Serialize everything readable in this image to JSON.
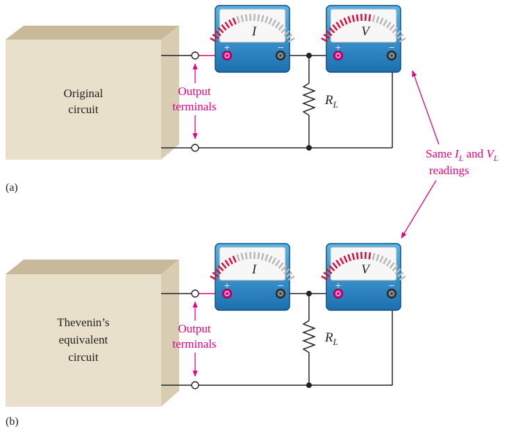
{
  "panel_a": {
    "tag": "(a)",
    "box_lines": [
      "Original",
      "circuit"
    ],
    "output_lines": [
      "Output",
      "terminals"
    ],
    "ammeter_symbol": "I",
    "voltmeter_symbol": "V",
    "resistor_main": "R",
    "resistor_sub": "L",
    "plus": "+",
    "minus": "−"
  },
  "panel_b": {
    "tag": "(b)",
    "box_lines": [
      "Thevenin’s",
      "equivalent",
      "circuit"
    ],
    "output_lines": [
      "Output",
      "terminals"
    ],
    "ammeter_symbol": "I",
    "voltmeter_symbol": "V",
    "resistor_main": "R",
    "resistor_sub": "L",
    "plus": "+",
    "minus": "−"
  },
  "note": {
    "word_same": "Same",
    "i_main": "I",
    "i_sub": "L",
    "word_and": "and",
    "v_main": "V",
    "v_sub": "L",
    "word_readings": "readings"
  },
  "colors": {
    "accent": "#e6007e",
    "box_front": "#e9e0cc",
    "box_top": "#c8b99b",
    "box_side": "#d8ccb2",
    "meter_body": "#2f8fd0",
    "meter_face": "#f7f7f7",
    "wire": "#222222"
  }
}
